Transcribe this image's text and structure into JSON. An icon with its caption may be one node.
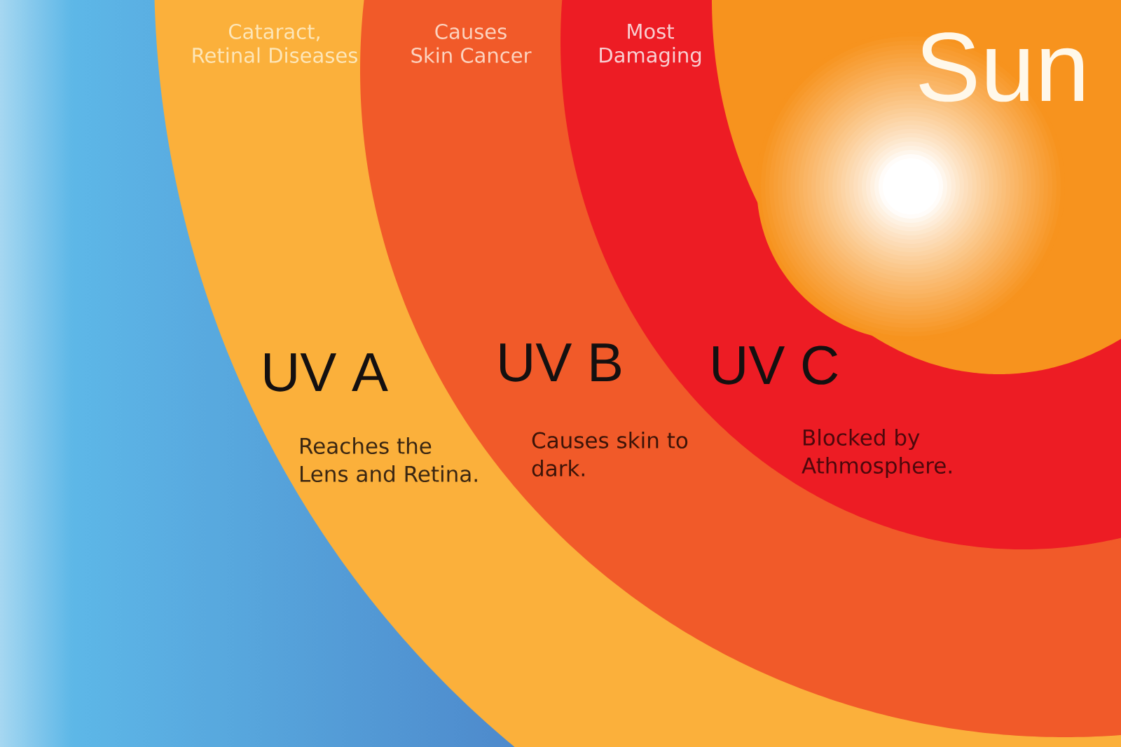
{
  "diagram": {
    "nodes": [
      {
        "text": [
          "Cataract, Retinal Diseases",
          "UV A",
          "Reaches the Lens and Retina."
        ]
      },
      {
        "text": [
          "Causes Skin Cancer",
          "UV B",
          "Causes skin to dark."
        ],
        "in": 0
      },
      {
        "text": [
          "Most Damaging",
          "UV C",
          "Blocked by Athmosphere."
        ],
        "in": 1
      },
      {
        "text": [
          "Sun"
        ],
        "in": 2
      }
    ]
  }
}
